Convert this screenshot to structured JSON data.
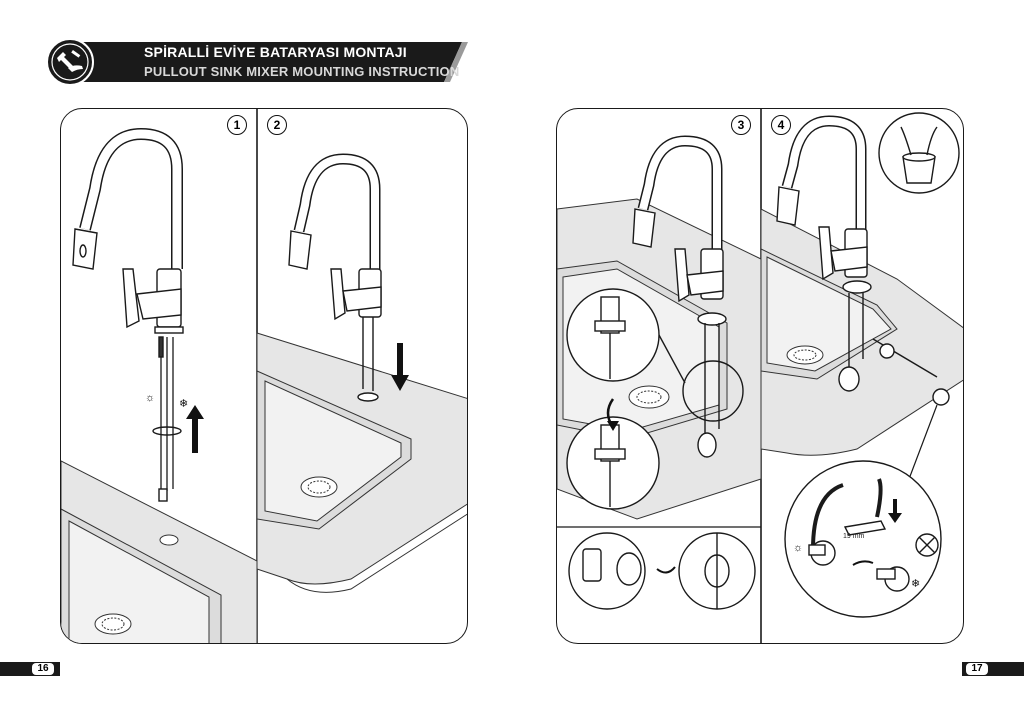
{
  "header": {
    "title_tr": "SPİRALLİ EVİYE BATARYASI MONTAJI",
    "title_en": "PULLOUT SINK MIXER MOUNTING INSTRUCTION",
    "logo_icon": "tools-hand-icon"
  },
  "steps": [
    {
      "number": "1"
    },
    {
      "number": "2"
    },
    {
      "number": "3"
    },
    {
      "number": "4"
    }
  ],
  "step4": {
    "wrench_size": "19 mm"
  },
  "pages": {
    "left": "16",
    "right": "17"
  },
  "colors": {
    "countertop": "#e6e6e6",
    "line": "#1a1a1a",
    "header_bg": "#1a1a1a"
  }
}
